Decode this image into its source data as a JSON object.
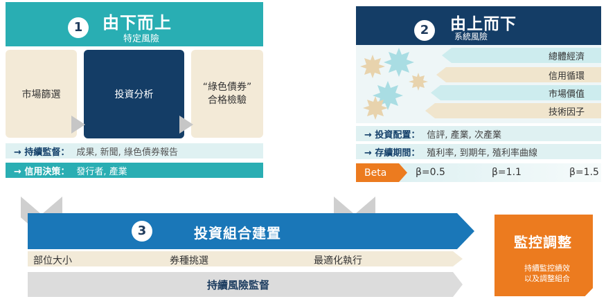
{
  "panel1": {
    "number": "1",
    "title": "由下而上",
    "subtitle": "特定風險",
    "steps": [
      "市場篩選",
      "投資分析",
      "“綠色債券”",
      "合格檢驗"
    ],
    "monitoring_label": "→ 持續監督：",
    "monitoring_value": "成果, 新聞, 綠色債券報告",
    "credit_label": "→ 信用決策：",
    "credit_value": "發行者, 產業"
  },
  "panel2": {
    "number": "2",
    "title": "由上而下",
    "subtitle": "系統風險",
    "factors": [
      "總體經濟",
      "信用循環",
      "市場價值",
      "技術因子"
    ],
    "allocation_label": "→ 投資配置：",
    "allocation_value": "信評, 產業, 次產業",
    "duration_label": "→ 存續期間：",
    "duration_value": "殖利率, 到期年, 殖利率曲線",
    "beta_label": "Beta",
    "beta_values": [
      "β=0.5",
      "β=1.1",
      "β=1.5"
    ],
    "colors": {
      "header": "#143d66",
      "beta_accent": "#ec7b1f",
      "gear_teal": "#a9dde3",
      "gear_tan": "#e8d3ad"
    },
    "icons": [
      "gear-icon"
    ]
  },
  "panel3": {
    "number": "3",
    "title": "投資組合建置",
    "steps": [
      "部位大小",
      "券種挑選",
      "最適化執行"
    ],
    "bottom": "持續風險監督"
  },
  "monitor": {
    "title": "監控調整",
    "subtitle_line1": "持續監控績效",
    "subtitle_line2": "以及調整組合"
  },
  "colors": {
    "teal": "#29aeb3",
    "navy": "#143d66",
    "blue": "#1a77b8",
    "orange": "#ec7b1f",
    "tan": "#f3ead7"
  }
}
